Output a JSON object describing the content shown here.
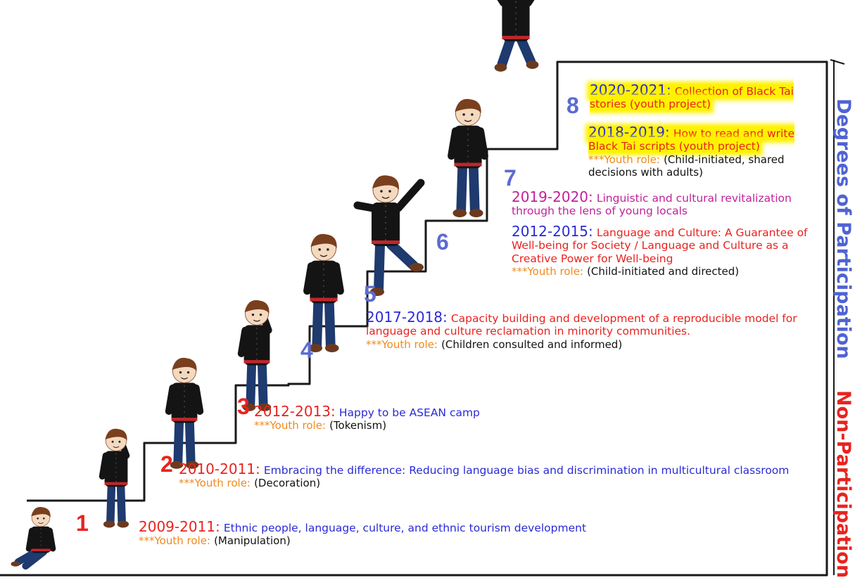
{
  "side_labels": {
    "top": "Degrees of Participation",
    "bottom": "Non-Participation"
  },
  "role_prefix": "***Youth role:",
  "steps": [
    {
      "num": "1",
      "year": "2009-2011:",
      "title": "Ethnic people, language, culture, and ethnic tourism development",
      "role": "(Manipulation)"
    },
    {
      "num": "2",
      "year": "2010-2011:",
      "title": "Embracing the difference: Reducing language bias and discrimination in multicultural classroom",
      "role": "(Decoration)"
    },
    {
      "num": "3",
      "year": "2012-2013:",
      "title": "Happy to be ASEAN camp",
      "role": "(Tokenism)"
    },
    {
      "num": "4"
    },
    {
      "num": "5",
      "year": "2017-2018:",
      "title_lines": [
        "Capacity building and development of a reproducible model for",
        "language and culture reclamation in minority communities."
      ],
      "role": "(Children consulted and informed)"
    },
    {
      "num": "6",
      "entries": [
        {
          "year": "2019-2020:",
          "title_lines": [
            "Linguistic and cultural revitalization",
            "through the lens of young locals"
          ]
        },
        {
          "year": "2012-2015:",
          "title_lines": [
            "Language and Culture: A Guarantee of",
            "Well-being for Society / Language and Culture as a",
            "Creative Power for Well-being"
          ]
        }
      ],
      "role": "(Child-initiated and directed)"
    },
    {
      "num": "7",
      "year": "2018-2019:",
      "title_lines": [
        "How to read and write",
        "Black Tai scripts (youth project)"
      ],
      "role_lines": [
        "(Child-initiated, shared",
        "decisions with adults)"
      ]
    },
    {
      "num": "8",
      "year": "2020-2021:",
      "title_lines": [
        "Collection of Black Tai",
        "stories (youth project)"
      ]
    }
  ],
  "colors": {
    "step_low": "#e8231f",
    "step_high": "#5b6bd0",
    "highlight": "#fff200",
    "role_label": "#f08a1c",
    "participation": "#4f63d2",
    "non_participation": "#e8231f"
  },
  "icons": [
    "staircase-outline",
    "boy-figure"
  ]
}
